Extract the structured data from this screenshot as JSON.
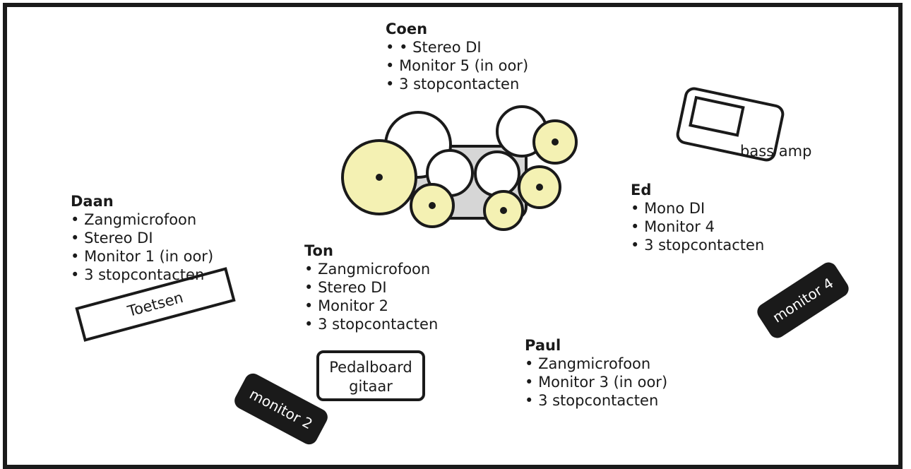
{
  "people": {
    "coen": {
      "name": "Coen",
      "items": [
        "• Stereo DI",
        "Monitor 5 (in oor)",
        "3 stopcontacten"
      ]
    },
    "daan": {
      "name": "Daan",
      "items": [
        "Zangmicrofoon",
        "Stereo DI",
        "Monitor 1 (in oor)",
        "3 stopcontacten"
      ]
    },
    "ton": {
      "name": "Ton",
      "items": [
        "Zangmicrofoon",
        "Stereo DI",
        "Monitor 2",
        "3 stopcontacten"
      ]
    },
    "ed": {
      "name": "Ed",
      "items": [
        "Mono DI",
        "Monitor 4",
        "3 stopcontacten"
      ]
    },
    "paul": {
      "name": "Paul",
      "items": [
        "Zangmicrofoon",
        "Monitor 3 (in oor)",
        "3 stopcontacten"
      ]
    }
  },
  "equipment": {
    "toetsen": "Toetsen",
    "pedalboard_line1": "Pedalboard",
    "pedalboard_line2": "gitaar",
    "bass_amp": "bass amp",
    "monitor2": "monitor 2",
    "monitor4": "monitor 4"
  },
  "colors": {
    "cymbal": "#f4f1b3",
    "drum_rack": "#d6d6d6",
    "ink": "#1a1a1a"
  }
}
